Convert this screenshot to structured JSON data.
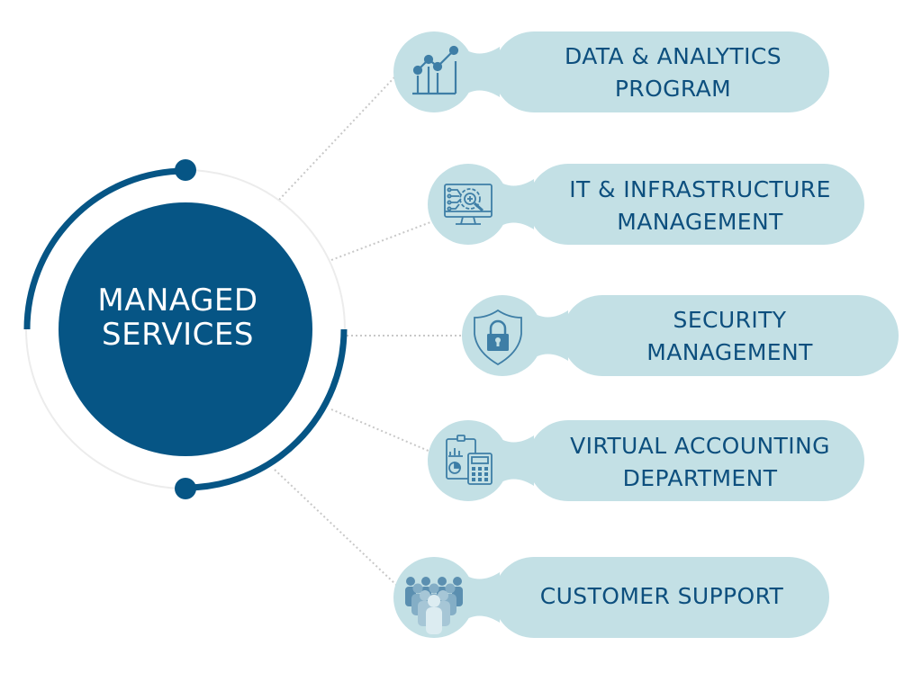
{
  "diagram": {
    "title": "Managed Services",
    "hub": {
      "line1": "MANAGED",
      "line2": "SERVICES"
    },
    "colors": {
      "hub": "#065585",
      "pill": "#c3e0e5",
      "pill_text": "#0d4f7e",
      "icon": "#3e7ea6",
      "connector": "#c8c8c8",
      "ring": "#ececec"
    },
    "services": [
      {
        "line1": "DATA & ANALYTICS",
        "line2": "PROGRAM",
        "icon": "chart-analytics-icon"
      },
      {
        "line1": "IT & INFRASTRUCTURE",
        "line2": "MANAGEMENT",
        "icon": "monitor-gear-icon"
      },
      {
        "line1": "SECURITY",
        "line2": "MANAGEMENT",
        "icon": "shield-lock-icon"
      },
      {
        "line1": "VIRTUAL ACCOUNTING",
        "line2": "DEPARTMENT",
        "icon": "clipboard-calculator-icon"
      },
      {
        "line1": "CUSTOMER SUPPORT",
        "line2": "",
        "icon": "people-group-icon"
      }
    ]
  }
}
